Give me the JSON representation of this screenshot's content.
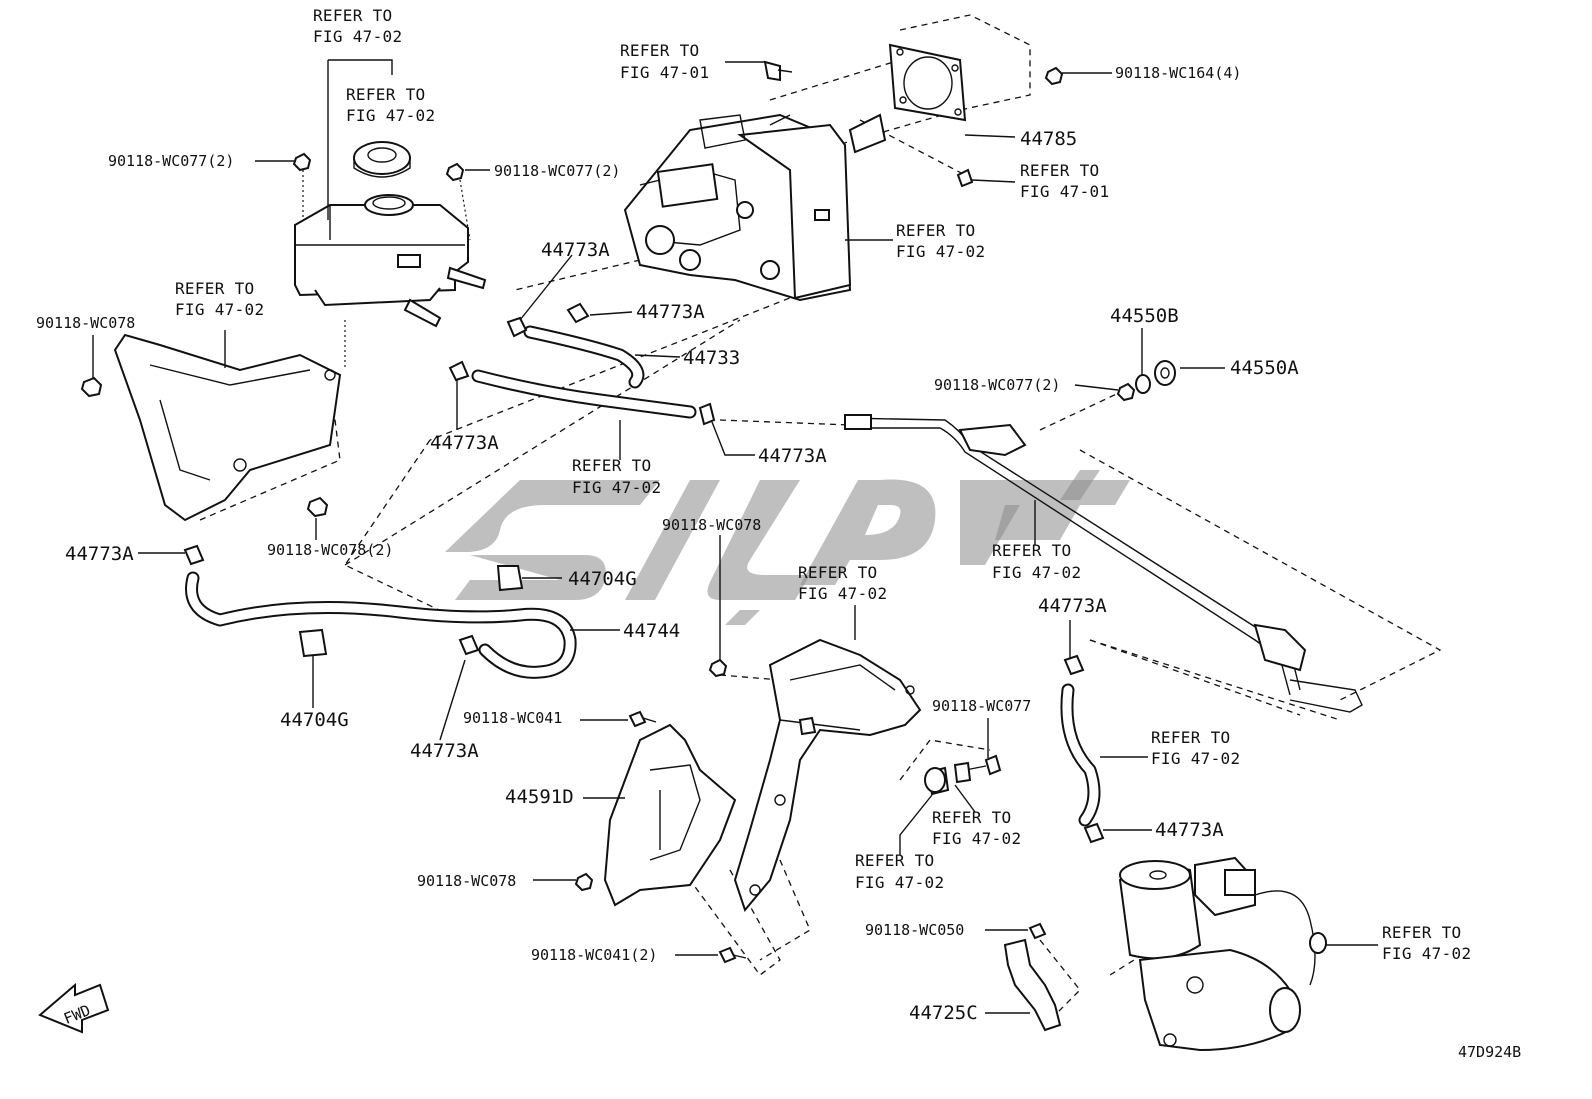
{
  "diagram_id": "47D924B",
  "fwd_label": "FWD",
  "refer": {
    "line1": "REFER TO",
    "fig_47_01": "FIG 47-01",
    "fig_47_02": "FIG 47-02"
  },
  "parts": {
    "p90118_wc077_2": "90118-WC077(2)",
    "p90118_wc078": "90118-WC078",
    "p90118_wc078_2": "90118-WC078(2)",
    "p90118_wc164_4": "90118-WC164(4)",
    "p90118_wc041": "90118-WC041",
    "p90118_wc041_2": "90118-WC041(2)",
    "p90118_wc077": "90118-WC077",
    "p90118_wc050": "90118-WC050",
    "p44773A": "44773A",
    "p44733": "44733",
    "p44785": "44785",
    "p44550A": "44550A",
    "p44550B": "44550B",
    "p44704G": "44704G",
    "p44744": "44744",
    "p44591D": "44591D",
    "p44725C": "44725C"
  }
}
